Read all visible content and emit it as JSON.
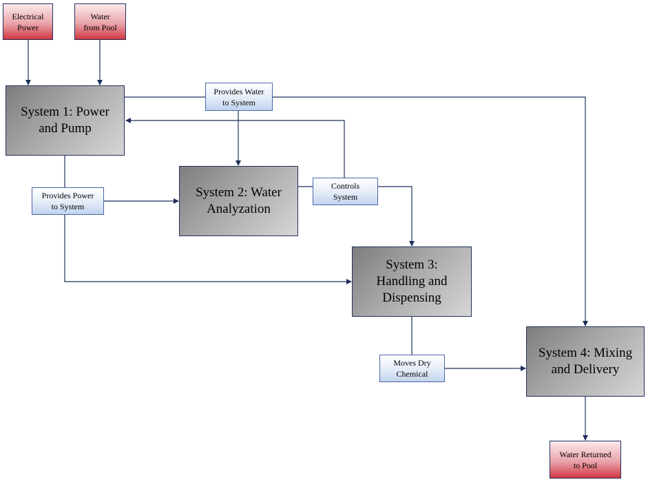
{
  "colors": {
    "connector": "#1f2f5c",
    "io_gradient_end": "#d23844",
    "system_gradient_start": "#7d7d7d",
    "label_gradient_end": "#c2d4ee"
  },
  "inputs": {
    "electrical_power": "Electrical\nPower",
    "water_from_pool": "Water\nfrom Pool"
  },
  "systems": {
    "power_pump": "System 1: Power\nand Pump",
    "water_analyzation": "System 2: Water\nAnalyzation",
    "handling_dispensing": "System 3:\nHandling and\nDispensing",
    "mixing_delivery": "System 4: Mixing\nand Delivery"
  },
  "labels": {
    "provides_water": "Provides Water\nto System",
    "provides_power": "Provides Power\nto System",
    "controls_system": "Controls\nSystem",
    "moves_dry_chemical": "Moves Dry\nChemical"
  },
  "outputs": {
    "water_returned": "Water Returned\nto Pool"
  }
}
